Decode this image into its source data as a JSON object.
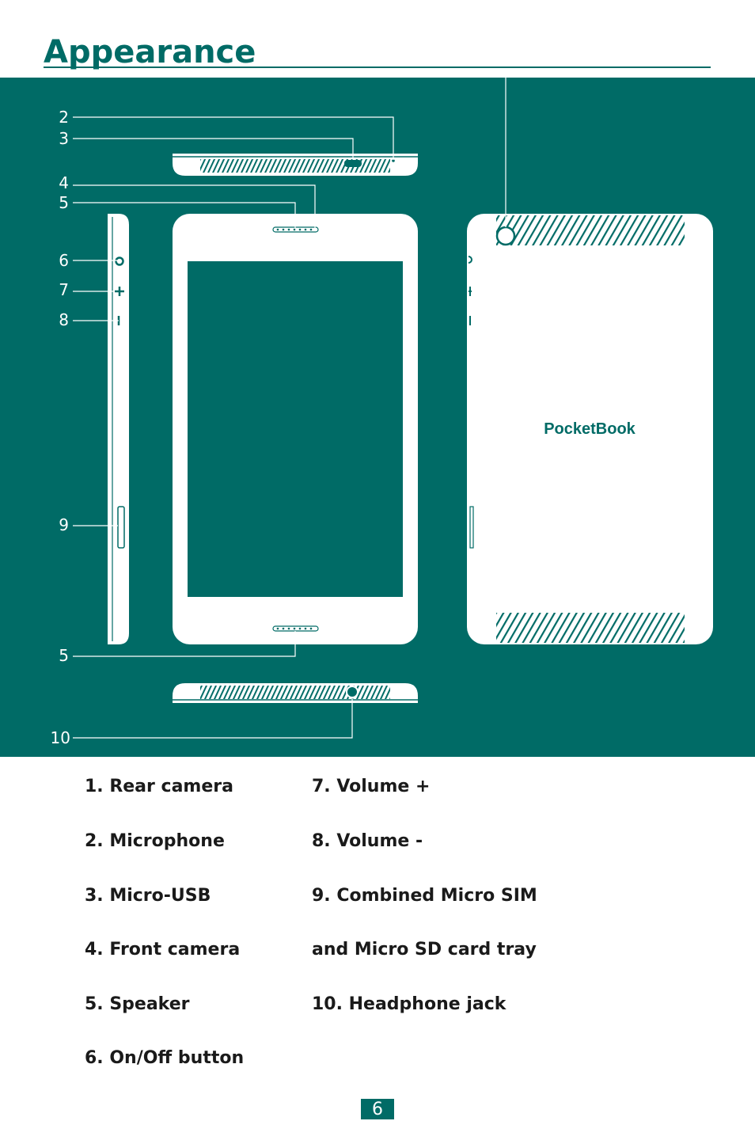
{
  "page": {
    "title": "Appearance",
    "number": "6"
  },
  "colors": {
    "accent": "#006b66",
    "panel": "#006b66",
    "device": "#ffffff"
  },
  "diagram": {
    "callouts": [
      "2",
      "3",
      "4",
      "5",
      "6",
      "7",
      "8",
      "9",
      "5",
      "10"
    ],
    "brand": "PocketBook"
  },
  "legend": {
    "left": [
      "1. Rear camera",
      "2. Microphone",
      "3. Micro-USB",
      "4. Front camera",
      "5. Speaker",
      "6. On/Off button"
    ],
    "right": [
      "7. Volume +",
      "8. Volume -",
      "9. Combined Micro SIM",
      "and Micro SD  card tray",
      "10. Headphone jack"
    ]
  }
}
